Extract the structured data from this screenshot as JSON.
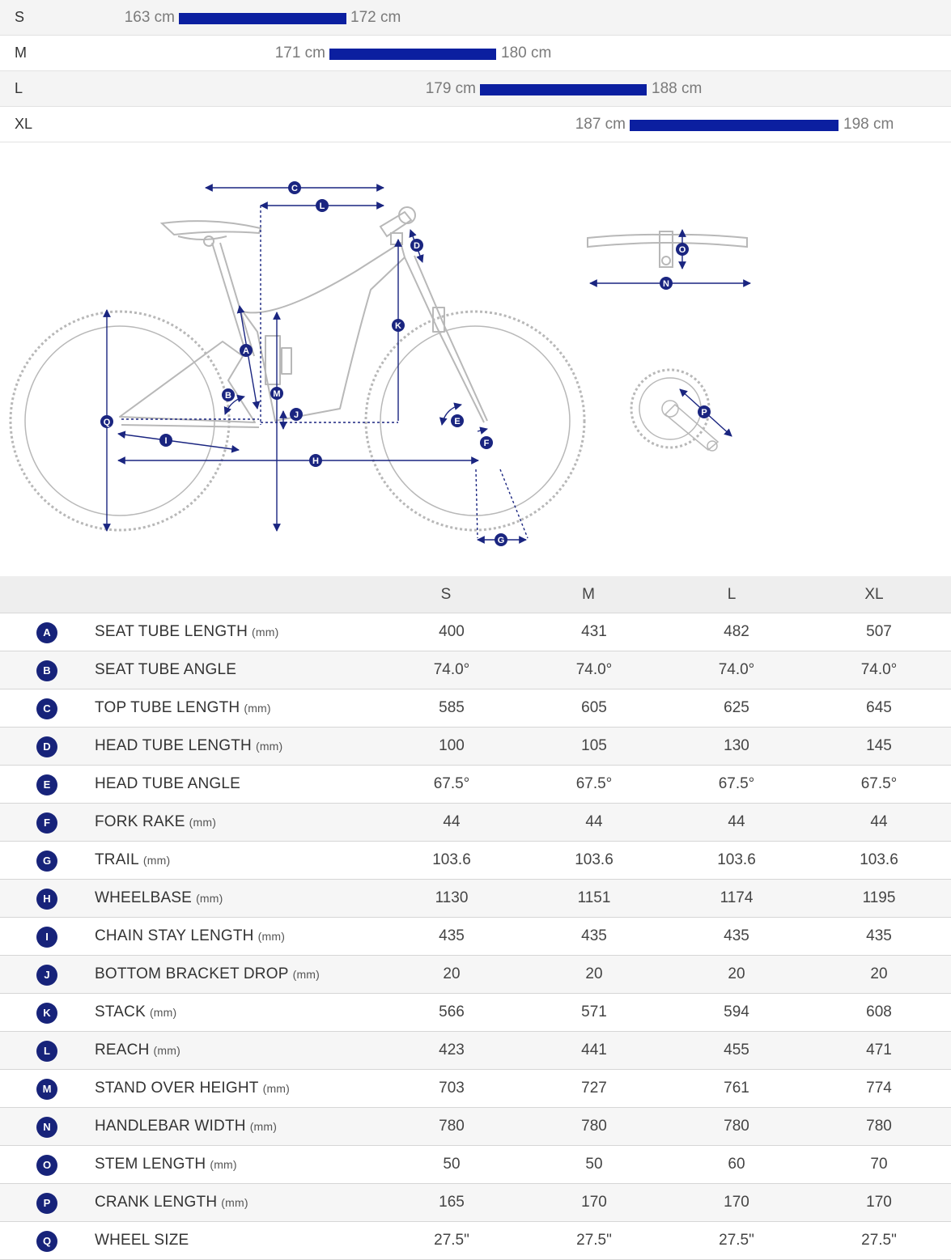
{
  "size_ranges": [
    {
      "size": "S",
      "min": "163 cm",
      "max": "172 cm"
    },
    {
      "size": "M",
      "min": "171 cm",
      "max": "180 cm"
    },
    {
      "size": "L",
      "min": "179 cm",
      "max": "188 cm"
    },
    {
      "size": "XL",
      "min": "187 cm",
      "max": "198 cm"
    }
  ],
  "colors": {
    "bar": "#0b1fa0",
    "badge": "#17237a",
    "line": "#1a2580",
    "frame": "#b8b8b8"
  },
  "diagram_labels": [
    "A",
    "B",
    "C",
    "D",
    "E",
    "F",
    "G",
    "H",
    "I",
    "J",
    "K",
    "L",
    "M",
    "N",
    "O",
    "P",
    "Q"
  ],
  "table": {
    "columns": [
      "S",
      "M",
      "L",
      "XL"
    ],
    "rows": [
      {
        "letter": "A",
        "label": "SEAT TUBE LENGTH",
        "unit": "(mm)",
        "values": [
          "400",
          "431",
          "482",
          "507"
        ]
      },
      {
        "letter": "B",
        "label": "SEAT TUBE ANGLE",
        "unit": "",
        "values": [
          "74.0°",
          "74.0°",
          "74.0°",
          "74.0°"
        ]
      },
      {
        "letter": "C",
        "label": "TOP TUBE LENGTH",
        "unit": "(mm)",
        "values": [
          "585",
          "605",
          "625",
          "645"
        ]
      },
      {
        "letter": "D",
        "label": "HEAD TUBE LENGTH",
        "unit": "(mm)",
        "values": [
          "100",
          "105",
          "130",
          "145"
        ]
      },
      {
        "letter": "E",
        "label": "HEAD TUBE ANGLE",
        "unit": "",
        "values": [
          "67.5°",
          "67.5°",
          "67.5°",
          "67.5°"
        ]
      },
      {
        "letter": "F",
        "label": "FORK RAKE",
        "unit": "(mm)",
        "values": [
          "44",
          "44",
          "44",
          "44"
        ]
      },
      {
        "letter": "G",
        "label": "TRAIL",
        "unit": "(mm)",
        "values": [
          "103.6",
          "103.6",
          "103.6",
          "103.6"
        ]
      },
      {
        "letter": "H",
        "label": "WHEELBASE",
        "unit": "(mm)",
        "values": [
          "1130",
          "1151",
          "1174",
          "1195"
        ]
      },
      {
        "letter": "I",
        "label": "CHAIN STAY LENGTH",
        "unit": "(mm)",
        "values": [
          "435",
          "435",
          "435",
          "435"
        ]
      },
      {
        "letter": "J",
        "label": "BOTTOM BRACKET DROP",
        "unit": "(mm)",
        "values": [
          "20",
          "20",
          "20",
          "20"
        ]
      },
      {
        "letter": "K",
        "label": "STACK",
        "unit": "(mm)",
        "values": [
          "566",
          "571",
          "594",
          "608"
        ]
      },
      {
        "letter": "L",
        "label": "REACH",
        "unit": "(mm)",
        "values": [
          "423",
          "441",
          "455",
          "471"
        ]
      },
      {
        "letter": "M",
        "label": "STAND OVER HEIGHT",
        "unit": "(mm)",
        "values": [
          "703",
          "727",
          "761",
          "774"
        ]
      },
      {
        "letter": "N",
        "label": "HANDLEBAR WIDTH",
        "unit": "(mm)",
        "values": [
          "780",
          "780",
          "780",
          "780"
        ]
      },
      {
        "letter": "O",
        "label": "STEM LENGTH",
        "unit": "(mm)",
        "values": [
          "50",
          "50",
          "60",
          "70"
        ]
      },
      {
        "letter": "P",
        "label": "CRANK LENGTH",
        "unit": "(mm)",
        "values": [
          "165",
          "170",
          "170",
          "170"
        ]
      },
      {
        "letter": "Q",
        "label": "WHEEL SIZE",
        "unit": "",
        "values": [
          "27.5\"",
          "27.5\"",
          "27.5\"",
          "27.5\""
        ]
      }
    ]
  }
}
